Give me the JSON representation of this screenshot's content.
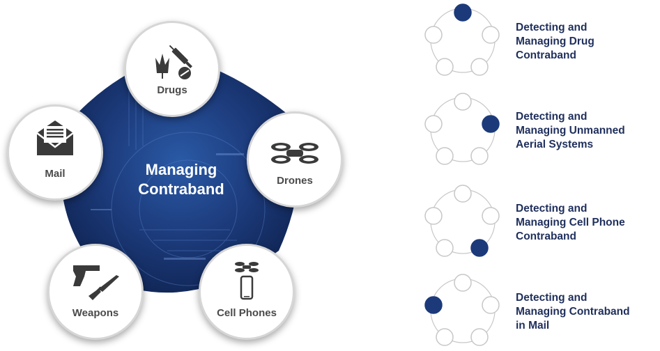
{
  "center": {
    "line1": "Managing",
    "line2": "Contraband"
  },
  "nodes": {
    "drugs": "Drugs",
    "drones": "Drones",
    "cell_phones": "Cell Phones",
    "weapons": "Weapons",
    "mail": "Mail"
  },
  "side_items": [
    {
      "line1": "Detecting and",
      "line2": "Managing Drug",
      "line3": "Contraband",
      "highlight": "drugs"
    },
    {
      "line1": "Detecting and",
      "line2": "Managing Unmanned",
      "line3": "Aerial Systems",
      "highlight": "drones"
    },
    {
      "line1": "Detecting and",
      "line2": "Managing Cell Phone",
      "line3": "Contraband",
      "highlight": "cell-phones"
    },
    {
      "line1": "Detecting and",
      "line2": "Managing Contraband",
      "line3": "in Mail",
      "highlight": "mail"
    }
  ],
  "colors": {
    "navy": "#1c3a7a",
    "deep_navy": "#0f2452",
    "text_dark": "#1f2f5c",
    "icon_gray": "#3a3a3a"
  }
}
